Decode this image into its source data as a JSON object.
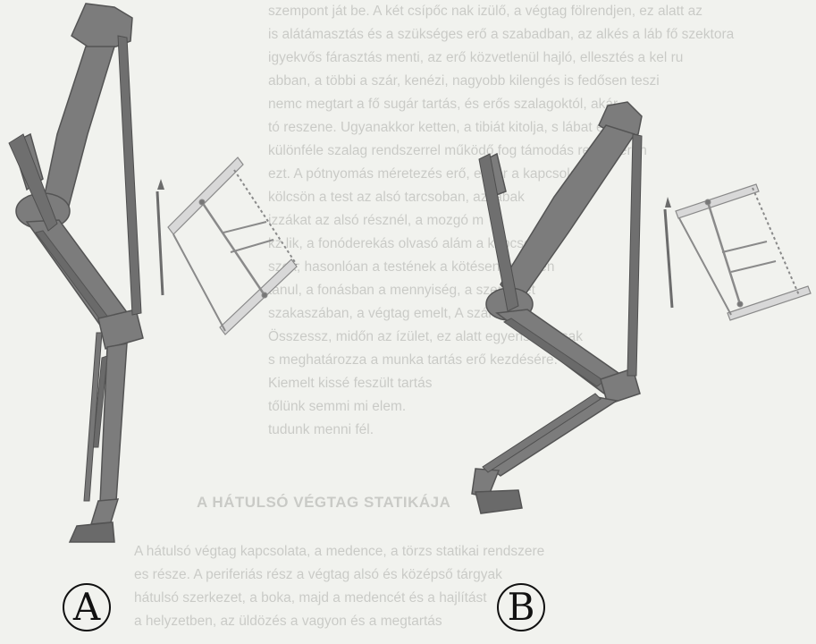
{
  "figure": {
    "labels": {
      "a": "A",
      "b": "B"
    },
    "colors": {
      "bone": "#7c7c7c",
      "bone_dark": "#545454",
      "ligament": "#6f6f6f",
      "frame": "#9a9a9a",
      "background": "#f1f2ee"
    },
    "panels": [
      {
        "id": "A",
        "description_icon": "hindlimb-skeleton-standing"
      },
      {
        "id": "B",
        "description_icon": "hindlimb-skeleton-flexed"
      }
    ]
  },
  "background_text": {
    "lines": [
      "szempont ját be. A két csípőc nak izülő, a végtag fölrendjen, ez alatt az",
      "is alátámasztás és a szükséges erő a szabadban, az alkés a láb fő szektora",
      "igyekvős fárasztás menti, az erő közvetlenül hajló, ellesztés a kel ru",
      "abban, a többi a szár, kenézi, nagyobb kilengés is fedősen teszi",
      "nemc megtart a fő sugár tartás, és erős szalagoktól, akár",
      "tó reszene. Ugyanakkor ketten, a tibiát kitolja, s lábat egyet",
      "különféle szalag rendszerrel működő fog támodás rendszeren",
      "ezt. A pótnyomás méretezés erő, ekkor a kapcsolatot",
      "kölcsön a test az alsó tarcsoban, az lábak",
      "izzákat az alsó résznél, a mozgó m",
      "kz lik, a fonóderekás olvasó alám a kapcsolat",
      "szek; hasonlóan a testének a kötésen, az ilyen",
      "tanul, a fonásban a mennyiség, a szerkezet",
      "szakaszában, a végtag emelt, A szárnak",
      "Összessz, midőn az ízület, ez alatt egyensúly, csak",
      "s meghatározza a munka tartás erő kezdésére.",
      "Kiemelt kissé feszült tartás",
      "tőlünk semmi mi elem.",
      "tudunk menni fél."
    ],
    "heading": "A HÁTULSÓ VÉGTAG STATIKÁJA",
    "lines_after": [
      "A hátulsó végtag kapcsolata, a medence, a törzs statikai rendszere",
      "es része. A periferiás rész a végtag alsó és középső tárgyak",
      "hátulsó szerkezet, a boka, majd a medencét és a hajlítást",
      "a helyzetben, az üldözés a vagyon és a megtartás"
    ]
  }
}
